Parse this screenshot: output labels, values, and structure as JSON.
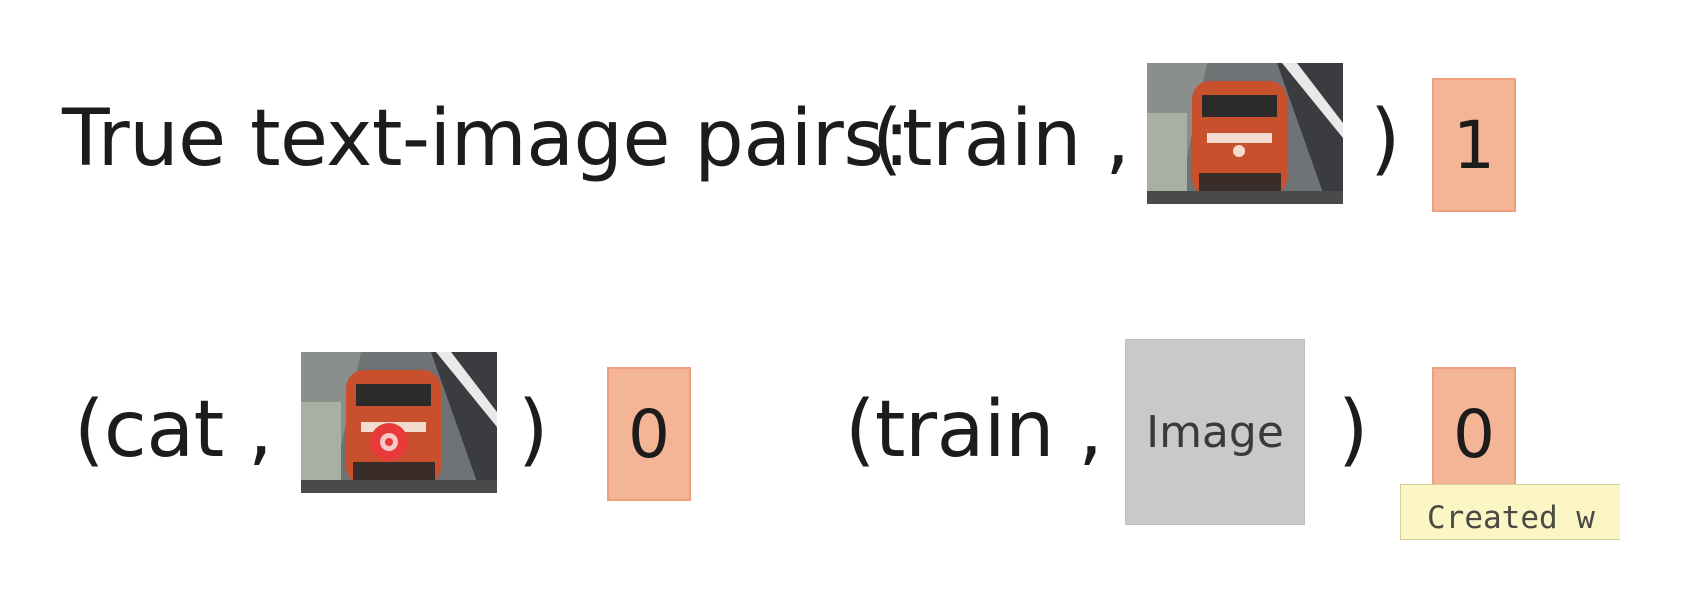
{
  "row1": {
    "title": "True text-image pairs:",
    "open": "(train ,",
    "close": ")",
    "label": "1",
    "image": "train-photo"
  },
  "row2_left": {
    "open": "(cat ,",
    "close": ")",
    "label": "0",
    "image": "train-photo-with-red-target-mark"
  },
  "row2_right": {
    "open": "(train ,",
    "placeholder": "Image",
    "close": ")",
    "label": "0"
  },
  "tooltip": {
    "text": "Created w"
  },
  "colors": {
    "label_fill": "#f4b597",
    "label_border": "#eea07c",
    "placeholder_fill": "#c9c9c9",
    "tooltip_fill": "#fbf6c4",
    "train_body": "#c8502c",
    "mark": "#e83a3a"
  }
}
